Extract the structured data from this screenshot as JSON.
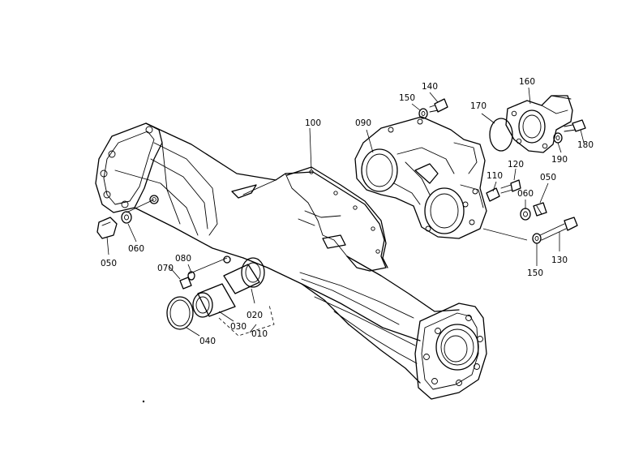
{
  "diagram": {
    "labels": {
      "p010": "010",
      "p020": "020",
      "p030": "030",
      "p040": "040",
      "p050a": "050",
      "p050b": "050",
      "p060a": "060",
      "p060b": "060",
      "p070": "070",
      "p080": "080",
      "p090": "090",
      "p100": "100",
      "p110": "110",
      "p120": "120",
      "p130": "130",
      "p140": "140",
      "p150a": "150",
      "p150b": "150",
      "p160": "160",
      "p170": "170",
      "p180": "180",
      "p190": "190"
    }
  }
}
